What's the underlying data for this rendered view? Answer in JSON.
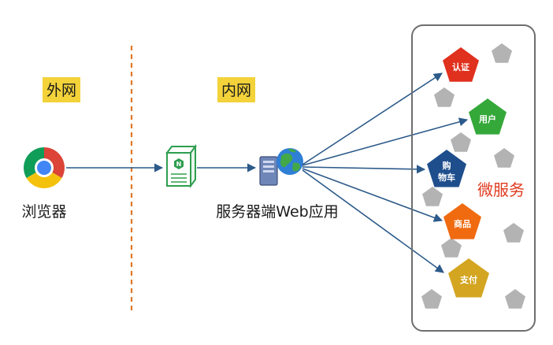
{
  "zones": {
    "external": {
      "label": "外网",
      "bg": "#f3d23a"
    },
    "internal": {
      "label": "内网",
      "bg": "#f3d23a"
    }
  },
  "nodes": {
    "browser": {
      "label": "浏览器",
      "icon": "chrome-browser-icon"
    },
    "gateway": {
      "icon": "nginx-server-icon",
      "color": "#2e9e4f"
    },
    "webapp": {
      "label": "服务器端Web应用",
      "icon": "web-server-globe-icon"
    }
  },
  "microservices": {
    "title": "微服务",
    "items": [
      {
        "label": "认证",
        "color": "#e0301e"
      },
      {
        "label": "用户",
        "color": "#35a83a"
      },
      {
        "label": "购物车",
        "line1": "购",
        "line2": "物车",
        "color": "#1f4e8c"
      },
      {
        "label": "商品",
        "color": "#f06a10"
      },
      {
        "label": "支付",
        "color": "#d4a520"
      }
    ],
    "placeholder_color": "#b3b3b3"
  },
  "colors": {
    "edge": "#2c5a8a",
    "divider": "#e0782a",
    "container_border": "#6e6e6e"
  }
}
